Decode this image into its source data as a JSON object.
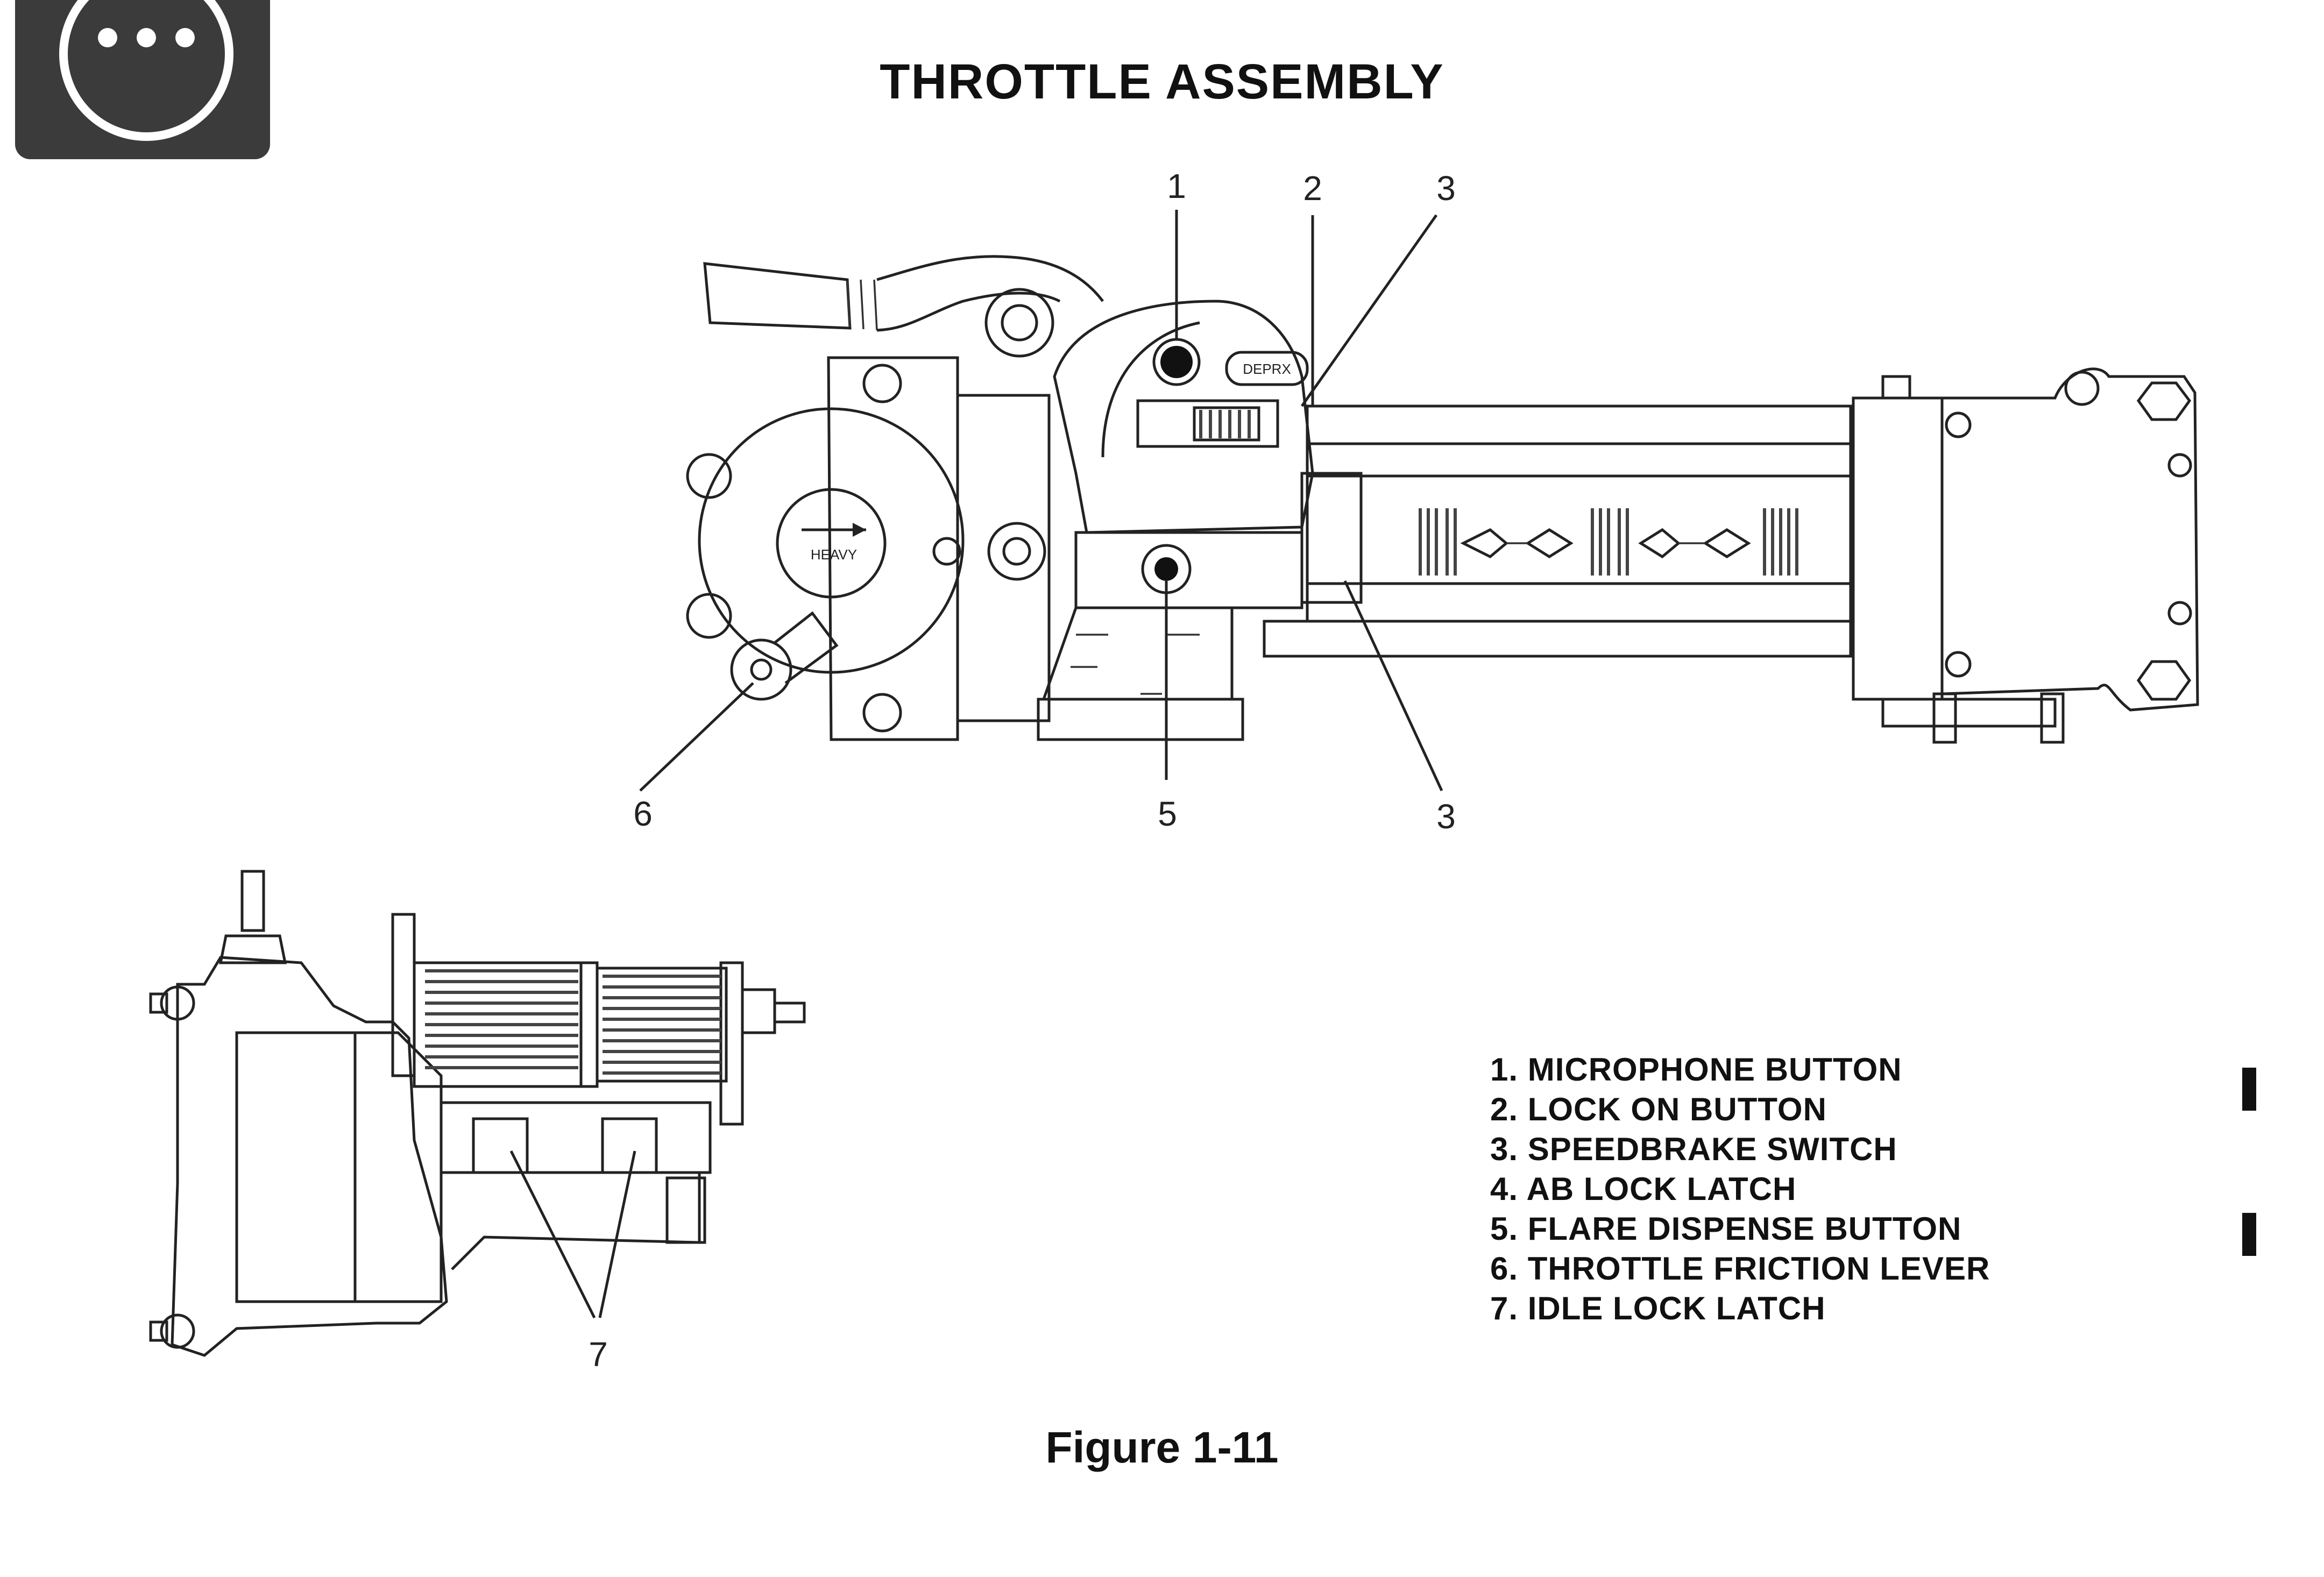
{
  "title": "THROTTLE ASSEMBLY",
  "caption": "Figure 1-11",
  "menu": {
    "icon": "more-options-icon"
  },
  "callouts": [
    "1",
    "2",
    "3",
    "6",
    "5",
    "3",
    "7"
  ],
  "part_labels": {
    "switch_label": "DEPRX",
    "dial_label": "HEAVY"
  },
  "legend": [
    "1. MICROPHONE BUTTON",
    "2. LOCK ON BUTTON",
    "3. SPEEDBRAKE SWITCH",
    "4. AB LOCK LATCH",
    "5. FLARE DISPENSE BUTTON",
    "6. THROTTLE FRICTION LEVER",
    "7. IDLE LOCK LATCH"
  ]
}
